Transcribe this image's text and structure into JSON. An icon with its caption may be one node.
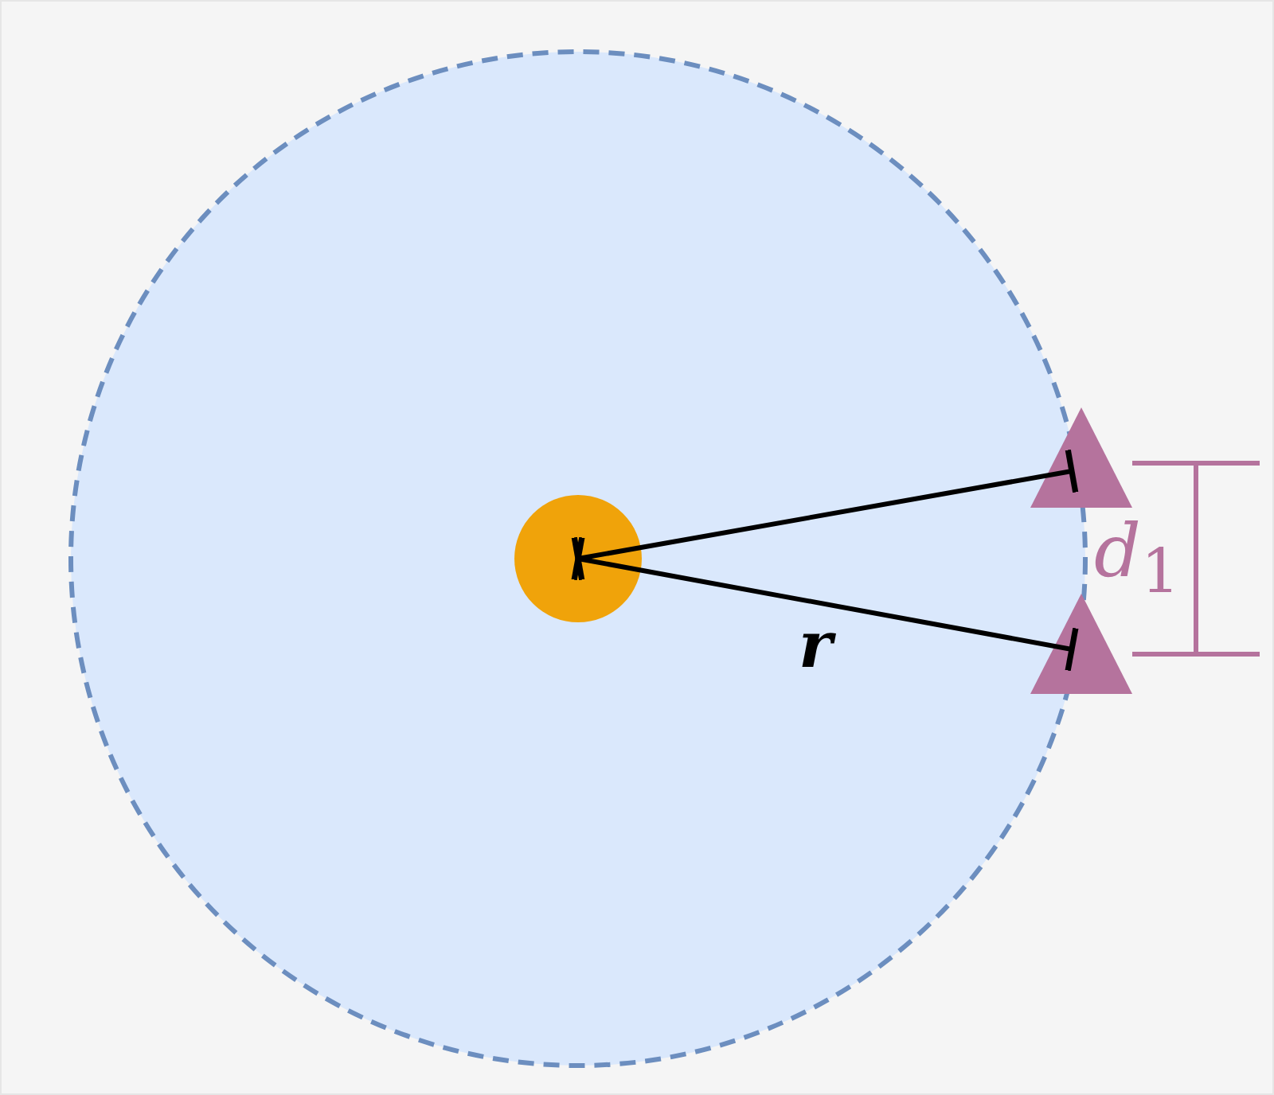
{
  "diagram": {
    "nodes": [
      {
        "text": [],
        "shape": "circle"
      },
      {
        "text": [],
        "shape": "circle",
        "in": 0
      },
      {
        "text": [],
        "shape": "triangle"
      },
      {
        "text": [],
        "shape": "triangle"
      }
    ],
    "edges": [
      {
        "from": 1,
        "to": 2,
        "arrow": "other"
      },
      {
        "from": 1,
        "to": 3,
        "arrow": "other",
        "label": "r"
      }
    ],
    "labels": [
      "*d*$_{1}$"
    ]
  }
}
